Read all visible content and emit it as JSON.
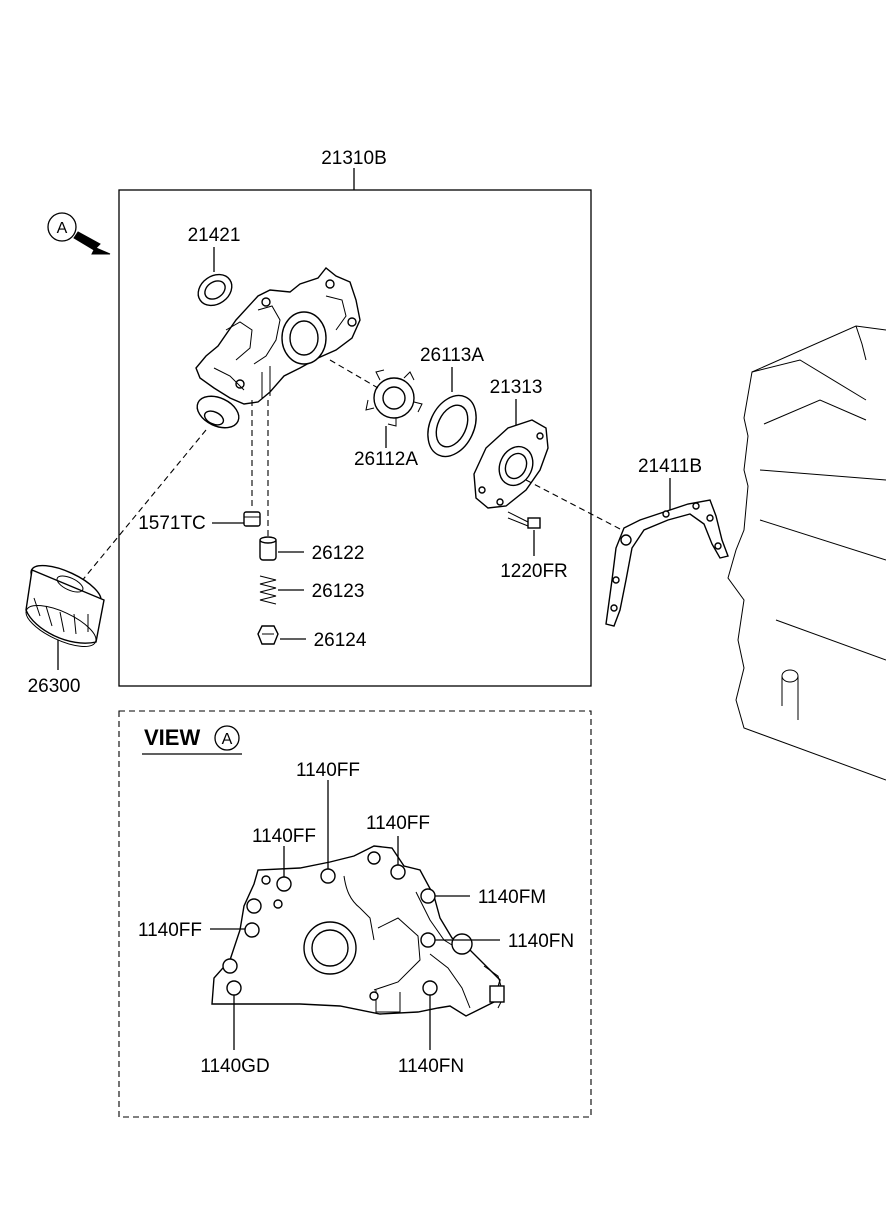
{
  "main_assembly": {
    "part_number": "21310B"
  },
  "view_marker": {
    "letter": "A"
  },
  "parts": {
    "seal": "21421",
    "outer_gear": "26113A",
    "inner_gear": "26112A",
    "cover": "21313",
    "screw": "1220FR",
    "gasket": "21411B",
    "plug_upper": "1571TC",
    "plunger": "26122",
    "spring": "26123",
    "plug_lower": "26124",
    "oil_filter": "26300"
  },
  "view_a": {
    "title": "VIEW",
    "letter": "A",
    "bolts": {
      "top_center": "1140FF",
      "top_left": "1140FF",
      "top_right": "1140FF",
      "left": "1140FF",
      "right_upper": "1140FM",
      "right_middle": "1140FN",
      "bottom_left": "1140GD",
      "bottom_right": "1140FN"
    }
  }
}
